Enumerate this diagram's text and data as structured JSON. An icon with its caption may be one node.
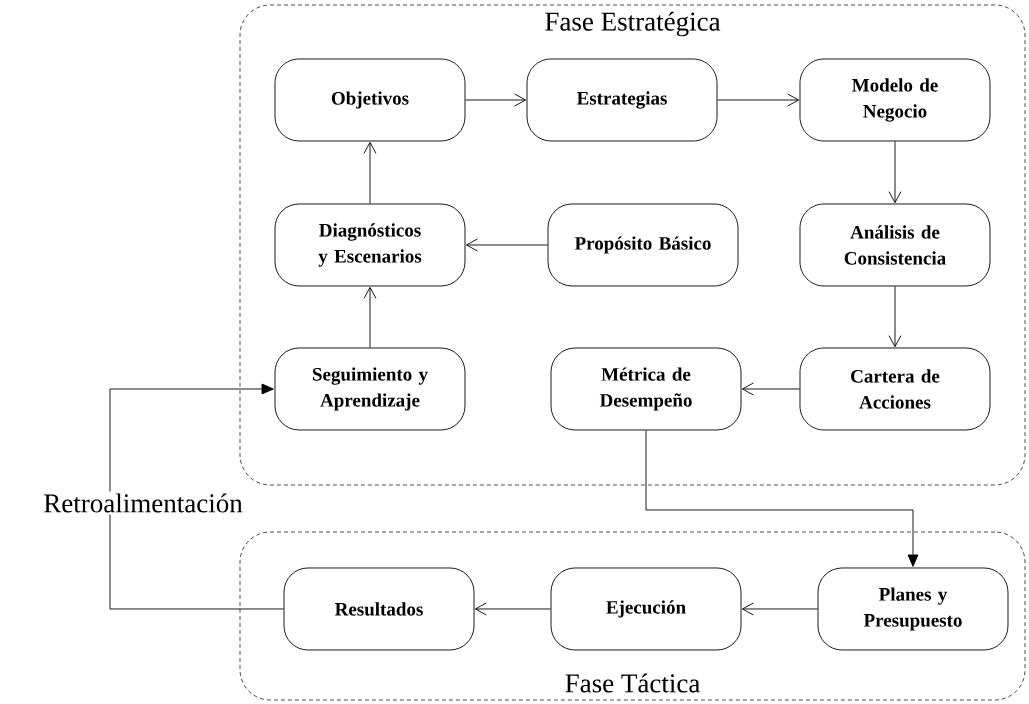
{
  "diagram": {
    "nodes": [
      {
        "text": [
          "Fase Estratégica"
        ]
      },
      {
        "text": [
          "Objetivos"
        ],
        "in": 0
      },
      {
        "text": [
          "Estrategias"
        ],
        "in": 0
      },
      {
        "text": [
          "Modelo de Negocio"
        ],
        "in": 0
      },
      {
        "text": [
          "Diagnósticos y Escenarios"
        ],
        "in": 0
      },
      {
        "text": [
          "Propósito Básico"
        ],
        "in": 0
      },
      {
        "text": [
          "Análisis de Consistencia"
        ],
        "in": 0
      },
      {
        "text": [
          "Seguimiento y Aprendizaje"
        ],
        "in": 0
      },
      {
        "text": [
          "Métrica de Desempeño"
        ],
        "in": 0
      },
      {
        "text": [
          "Cartera de Acciones"
        ],
        "in": 0
      },
      {
        "text": [
          "Fase Táctica"
        ]
      },
      {
        "text": [
          "Resultados"
        ],
        "in": 10
      },
      {
        "text": [
          "Ejecución"
        ],
        "in": 10
      },
      {
        "text": [
          "Planes y Presupuesto"
        ],
        "in": 10
      }
    ],
    "edges": [
      {
        "from": 1,
        "to": 2,
        "arrow": "to"
      },
      {
        "from": 2,
        "to": 3,
        "arrow": "to"
      },
      {
        "from": 3,
        "to": 6,
        "arrow": "to"
      },
      {
        "from": 6,
        "to": 9,
        "arrow": "to"
      },
      {
        "from": 9,
        "to": 8,
        "arrow": "to"
      },
      {
        "from": 8,
        "to": 13,
        "arrow": "to"
      },
      {
        "from": 13,
        "to": 12,
        "arrow": "to"
      },
      {
        "from": 12,
        "to": 11,
        "arrow": "to"
      },
      {
        "from": 11,
        "to": 7,
        "arrow": "to",
        "label": "Retroalimentación"
      },
      {
        "from": 7,
        "to": 4,
        "arrow": "to"
      },
      {
        "from": 5,
        "to": 4,
        "arrow": "to"
      },
      {
        "from": 4,
        "to": 1,
        "arrow": "to"
      }
    ]
  }
}
